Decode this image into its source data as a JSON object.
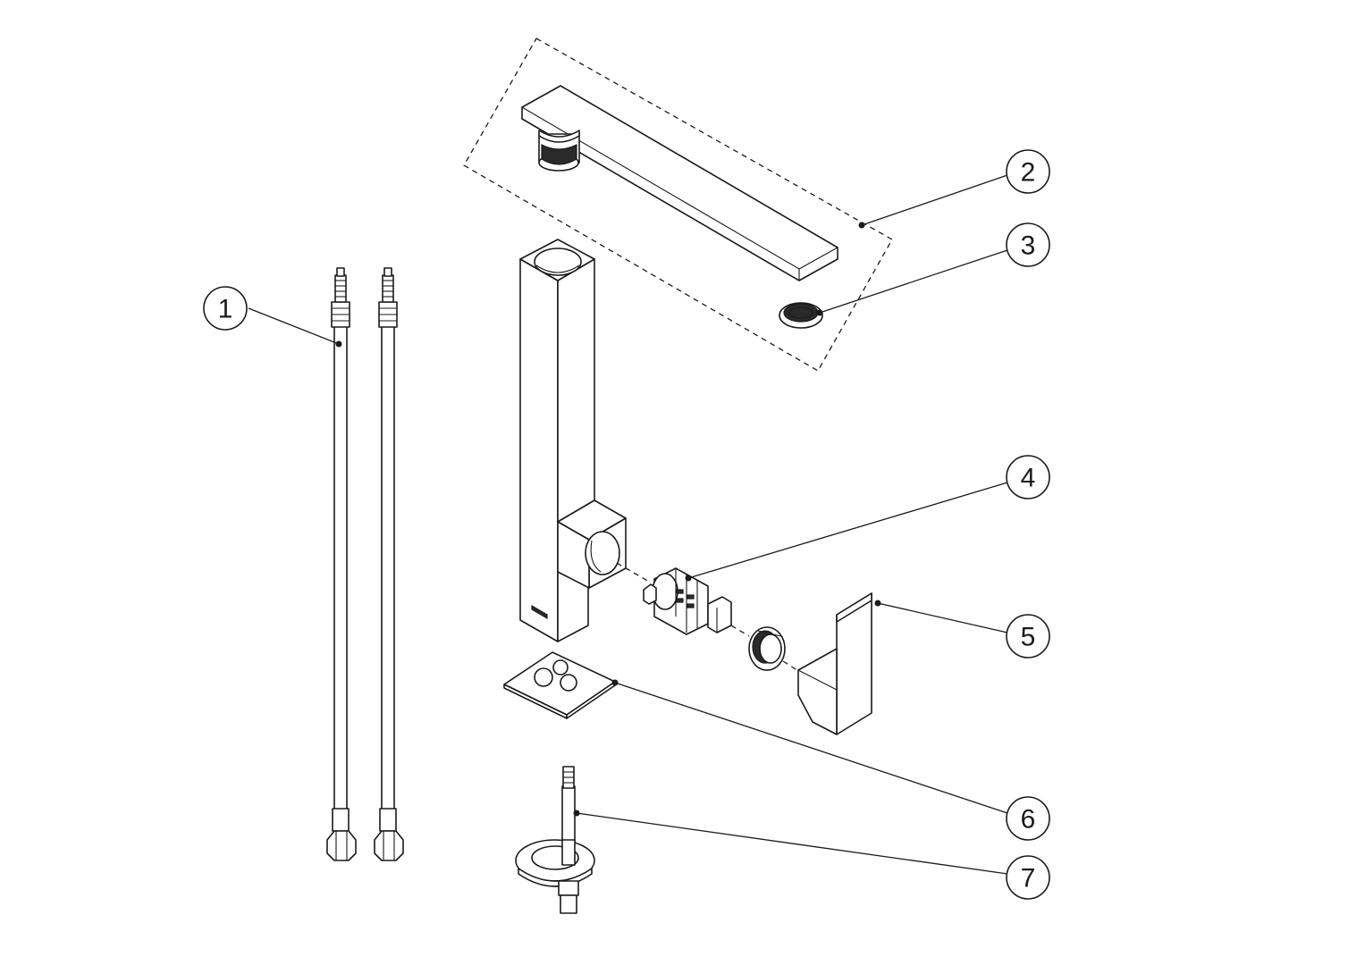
{
  "callouts": [
    {
      "number": "1"
    },
    {
      "number": "2"
    },
    {
      "number": "3"
    },
    {
      "number": "4"
    },
    {
      "number": "5"
    },
    {
      "number": "6"
    },
    {
      "number": "7"
    }
  ],
  "colors": {
    "line": "#1a1a1a",
    "background": "#ffffff"
  }
}
